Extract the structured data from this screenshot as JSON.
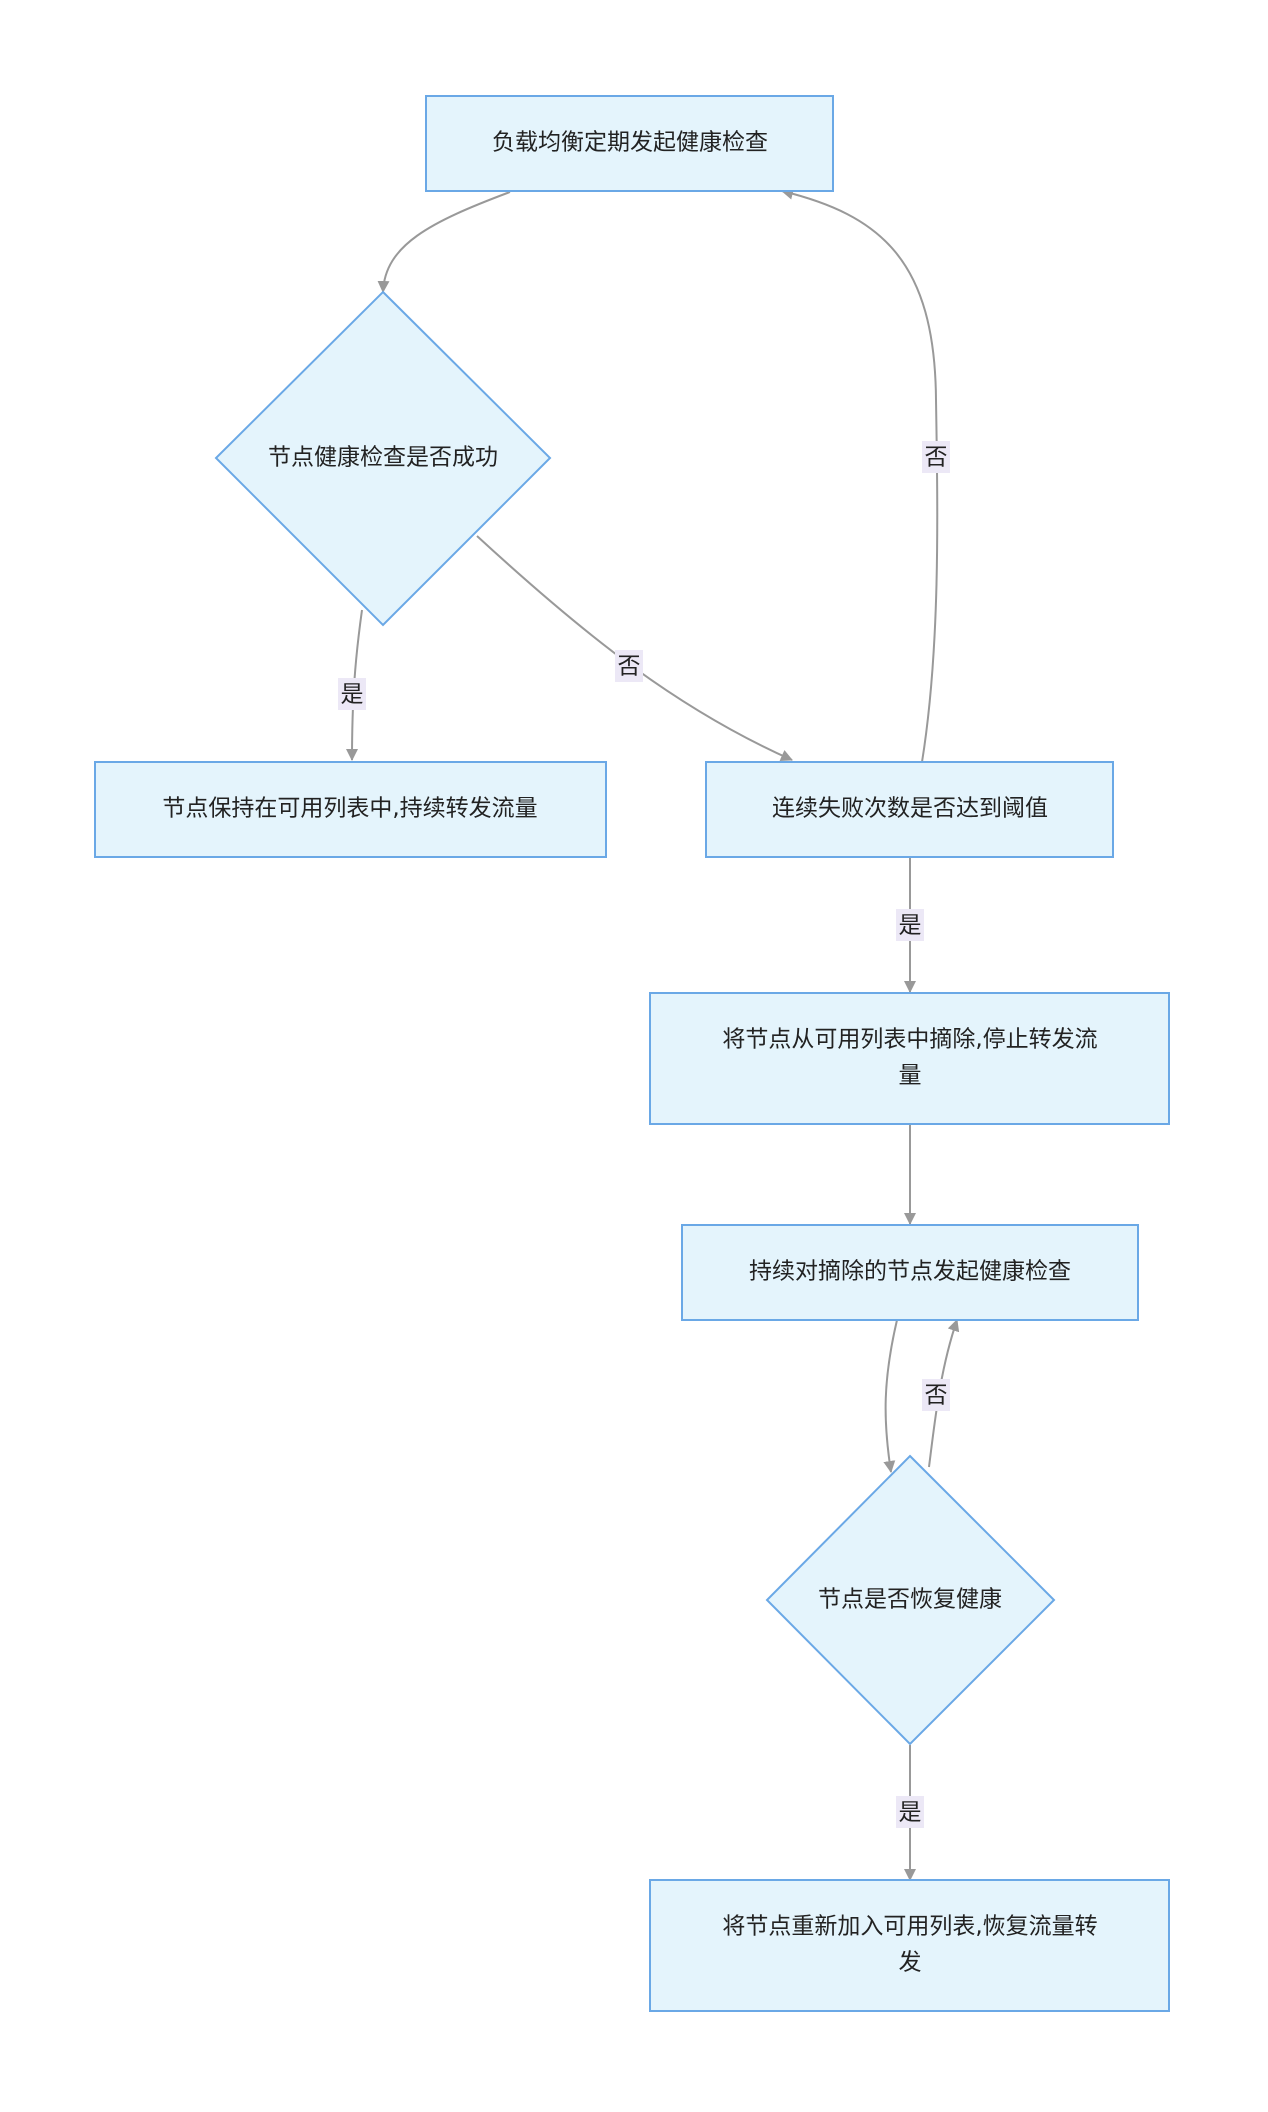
{
  "nodes": {
    "start": "负载均衡定期发起健康检查",
    "check": "节点健康检查是否成功",
    "keep": "节点保持在可用列表中,持续转发流量",
    "threshold": "连续失败次数是否达到阈值",
    "remove_line1": "将节点从可用列表中摘除,停止转发流",
    "remove_line2": "量",
    "recheck": "持续对摘除的节点发起健康检查",
    "recover": "节点是否恢复健康",
    "readd_line1": "将节点重新加入可用列表,恢复流量转",
    "readd_line2": "发"
  },
  "edge_labels": {
    "check_yes": "是",
    "check_no": "否",
    "threshold_no": "否",
    "threshold_yes": "是",
    "recover_no": "否",
    "recover_yes": "是"
  },
  "colors": {
    "node_fill": "#e4f4fc",
    "node_border": "#6aa8e6",
    "edge": "#999999",
    "label_bg": "#ece8f6"
  }
}
